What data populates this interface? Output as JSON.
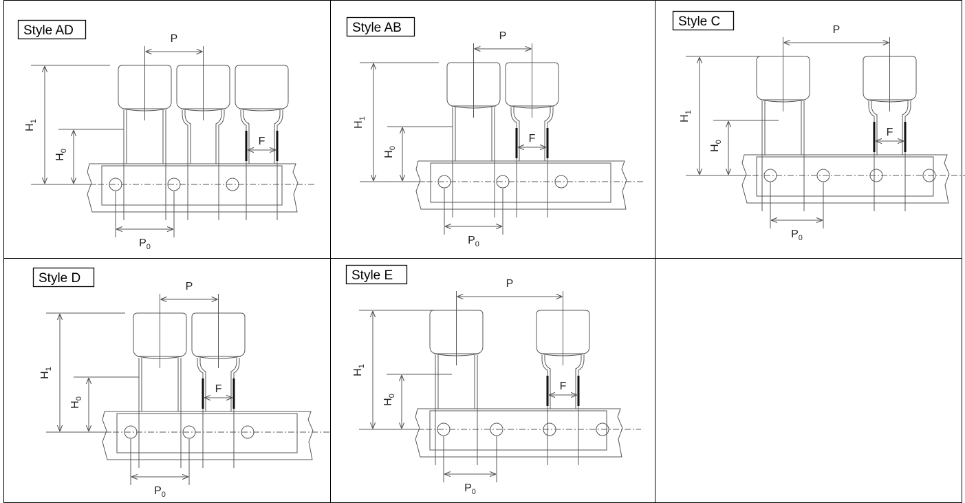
{
  "labels": {
    "pitch": "P",
    "hole_pitch": "P",
    "hole_pitch_sub": "0",
    "height1": "H",
    "height1_sub": "1",
    "height0": "H",
    "height0_sub": "0",
    "lead_spacing": "F"
  },
  "panels": [
    {
      "key": "ad",
      "title": "Style AD",
      "bodies": 3,
      "wide": false
    },
    {
      "key": "ab",
      "title": "Style AB",
      "bodies": 2,
      "wide": false
    },
    {
      "key": "c",
      "title": "Style C",
      "bodies": 2,
      "wide": true
    },
    {
      "key": "d",
      "title": "Style D",
      "bodies": 2,
      "wide": false
    },
    {
      "key": "e",
      "title": "Style E",
      "bodies": 2,
      "wide": true
    }
  ]
}
